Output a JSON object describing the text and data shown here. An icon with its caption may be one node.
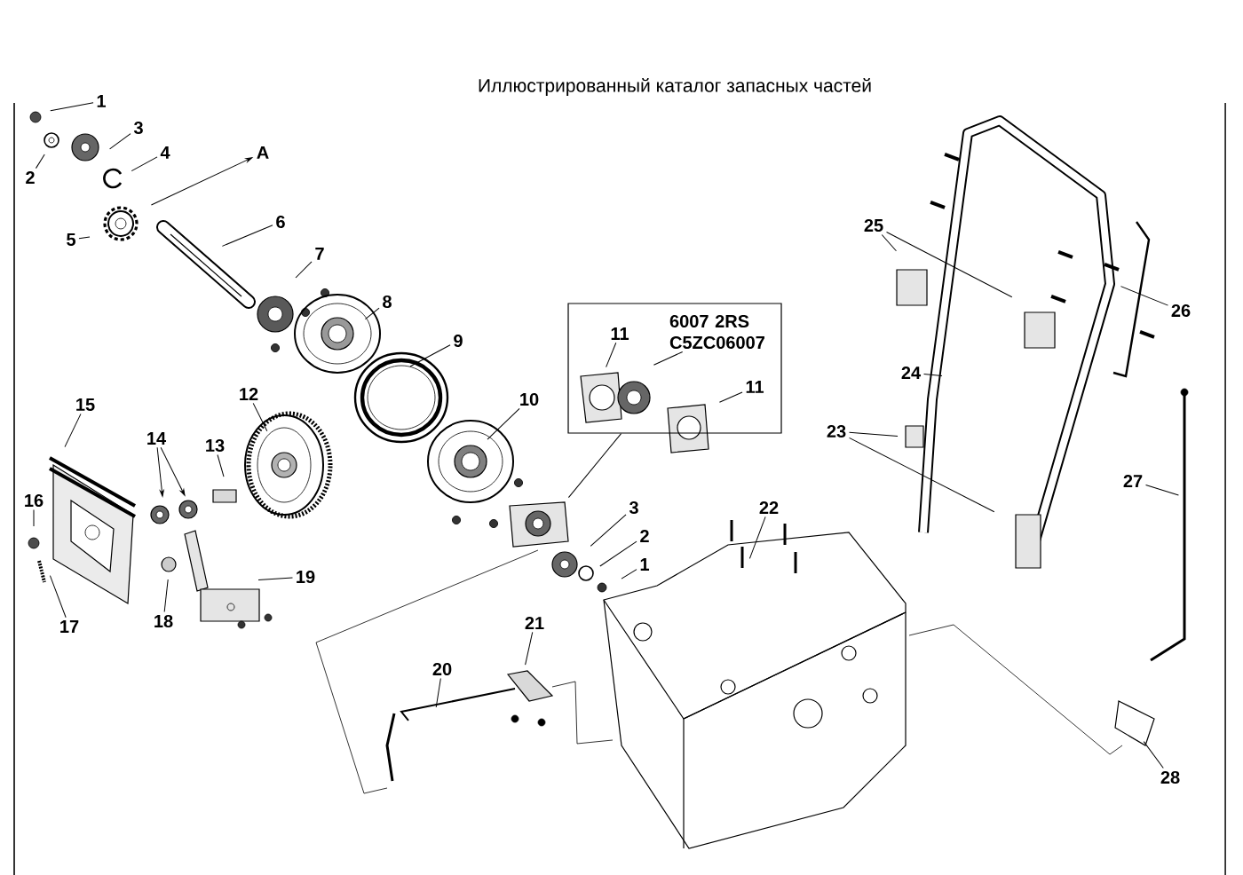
{
  "diagram": {
    "title": "Иллюстрированный каталог запасных частей",
    "nodes": [
      {
        "text": [
          "1"
        ]
      },
      {
        "text": [
          "2"
        ]
      },
      {
        "text": [
          "3"
        ]
      },
      {
        "text": [
          "4"
        ]
      },
      {
        "text": [
          "A"
        ]
      },
      {
        "text": [
          "5"
        ]
      },
      {
        "text": [
          "6"
        ]
      },
      {
        "text": [
          "7"
        ]
      },
      {
        "text": [
          "8"
        ]
      },
      {
        "text": [
          "9"
        ]
      },
      {
        "text": [],
        "shape": "box"
      },
      {
        "text": [
          "11"
        ],
        "in": 10
      },
      {
        "text": [
          "11"
        ],
        "in": 10
      },
      {
        "text": [
          "12"
        ]
      },
      {
        "text": [
          "10"
        ]
      },
      {
        "text": [
          "15"
        ]
      },
      {
        "text": [
          "14"
        ]
      },
      {
        "text": [
          "13"
        ]
      },
      {
        "text": [
          "16"
        ]
      },
      {
        "text": [
          "3"
        ]
      },
      {
        "text": [
          "22"
        ]
      },
      {
        "text": [
          "2"
        ]
      },
      {
        "text": [
          "1"
        ]
      },
      {
        "text": [
          "19"
        ]
      },
      {
        "text": [
          "17"
        ]
      },
      {
        "text": [
          "18"
        ]
      },
      {
        "text": [
          "21"
        ]
      },
      {
        "text": [
          "20"
        ]
      },
      {
        "text": [
          "25"
        ]
      },
      {
        "text": [
          "26"
        ]
      },
      {
        "text": [
          "24"
        ]
      },
      {
        "text": [
          "23"
        ]
      },
      {
        "text": [
          "27"
        ]
      },
      {
        "text": [
          "28"
        ]
      },
      {
        "text": [
          "6007 2RS C5ZC06007"
        ],
        "in": 10
      }
    ],
    "edges": [
      {
        "from": 0,
        "to": null,
        "arrow": "none"
      },
      {
        "from": 1,
        "to": null,
        "arrow": "none"
      },
      {
        "from": 2,
        "to": null,
        "arrow": "none"
      },
      {
        "from": 3,
        "to": null,
        "arrow": "none"
      },
      {
        "from": null,
        "to": 4,
        "arrow": "to"
      },
      {
        "from": 5,
        "to": null,
        "arrow": "none"
      },
      {
        "from": 6,
        "to": null,
        "arrow": "none"
      },
      {
        "from": 7,
        "to": null,
        "arrow": "none"
      },
      {
        "from": 8,
        "to": null,
        "arrow": "none"
      },
      {
        "from": 9,
        "to": null,
        "arrow": "none"
      },
      {
        "from": 34,
        "to": null,
        "arrow": "none"
      },
      {
        "from": 10,
        "to": null,
        "arrow": "none"
      },
      {
        "from": 11,
        "to": null,
        "arrow": "none"
      },
      {
        "from": 12,
        "to": null,
        "arrow": "none"
      },
      {
        "from": 13,
        "to": null,
        "arrow": "none"
      },
      {
        "from": 14,
        "to": null,
        "arrow": "none"
      },
      {
        "from": 15,
        "to": null,
        "arrow": "none"
      },
      {
        "from": 16,
        "to": null,
        "arrow": "to"
      },
      {
        "from": 16,
        "to": null,
        "arrow": "to"
      },
      {
        "from": 17,
        "to": null,
        "arrow": "none"
      },
      {
        "from": 18,
        "to": null,
        "arrow": "none"
      },
      {
        "from": 19,
        "to": null,
        "arrow": "none"
      },
      {
        "from": 20,
        "to": null,
        "arrow": "none"
      },
      {
        "from": 21,
        "to": null,
        "arrow": "none"
      },
      {
        "from": 22,
        "to": null,
        "arrow": "none"
      },
      {
        "from": 23,
        "to": null,
        "arrow": "none"
      },
      {
        "from": 24,
        "to": null,
        "arrow": "none"
      },
      {
        "from": 25,
        "to": null,
        "arrow": "none"
      },
      {
        "from": 26,
        "to": null,
        "arrow": "none"
      },
      {
        "from": 27,
        "to": null,
        "arrow": "none"
      },
      {
        "from": 28,
        "to": null,
        "arrow": "none"
      },
      {
        "from": 28,
        "to": null,
        "arrow": "none"
      },
      {
        "from": 29,
        "to": null,
        "arrow": "none"
      },
      {
        "from": 30,
        "to": null,
        "arrow": "none"
      },
      {
        "from": 31,
        "to": null,
        "arrow": "none"
      },
      {
        "from": 31,
        "to": null,
        "arrow": "none"
      },
      {
        "from": 32,
        "to": null,
        "arrow": "none"
      },
      {
        "from": 33,
        "to": null,
        "arrow": "none"
      }
    ]
  }
}
